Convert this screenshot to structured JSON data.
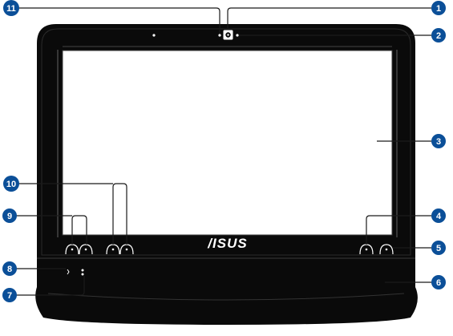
{
  "brand": {
    "logo_text": "/ISUS"
  },
  "callouts": [
    {
      "id": "1",
      "label": "1"
    },
    {
      "id": "2",
      "label": "2"
    },
    {
      "id": "3",
      "label": "3"
    },
    {
      "id": "4",
      "label": "4"
    },
    {
      "id": "5",
      "label": "5"
    },
    {
      "id": "6",
      "label": "6"
    },
    {
      "id": "7",
      "label": "7"
    },
    {
      "id": "8",
      "label": "8"
    },
    {
      "id": "9",
      "label": "9"
    },
    {
      "id": "10",
      "label": "10"
    },
    {
      "id": "11",
      "label": "11"
    }
  ],
  "colors": {
    "badge": "#0b4f98",
    "bezel": "#0a0a0a",
    "screen": "#ffffff",
    "leader": "#1a1a1a"
  }
}
